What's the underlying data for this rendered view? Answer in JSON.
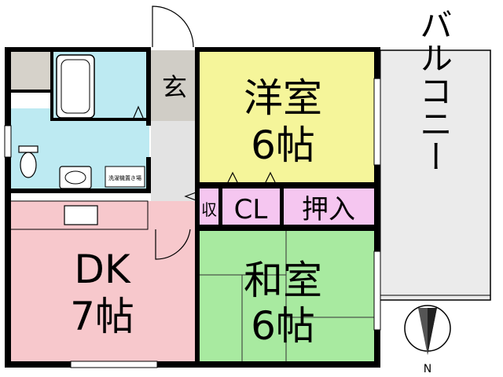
{
  "rooms": {
    "entrance": "玄",
    "western_room": {
      "name": "洋室",
      "size": "6帖"
    },
    "closet": "CL",
    "storage": "収",
    "oshiire": "押入",
    "japanese_room": {
      "name": "和室",
      "size": "6帖"
    },
    "dk": {
      "name": "DK",
      "size": "7帖"
    },
    "balcony": "バルコニー",
    "washer_space": "洗濯機置き場"
  },
  "compass": {
    "label": "N"
  },
  "colors": {
    "wall": "#000000",
    "western_room": "#f5f59a",
    "japanese_room": "#a8eaa0",
    "dk": "#f7c8cc",
    "bath": "#bdeaf2",
    "closets": "#f5c6f0",
    "entrance": "#d0cdc6",
    "hall": "#e3e3e3",
    "balcony": "#ebebeb",
    "misc": "#d6d2ca"
  }
}
